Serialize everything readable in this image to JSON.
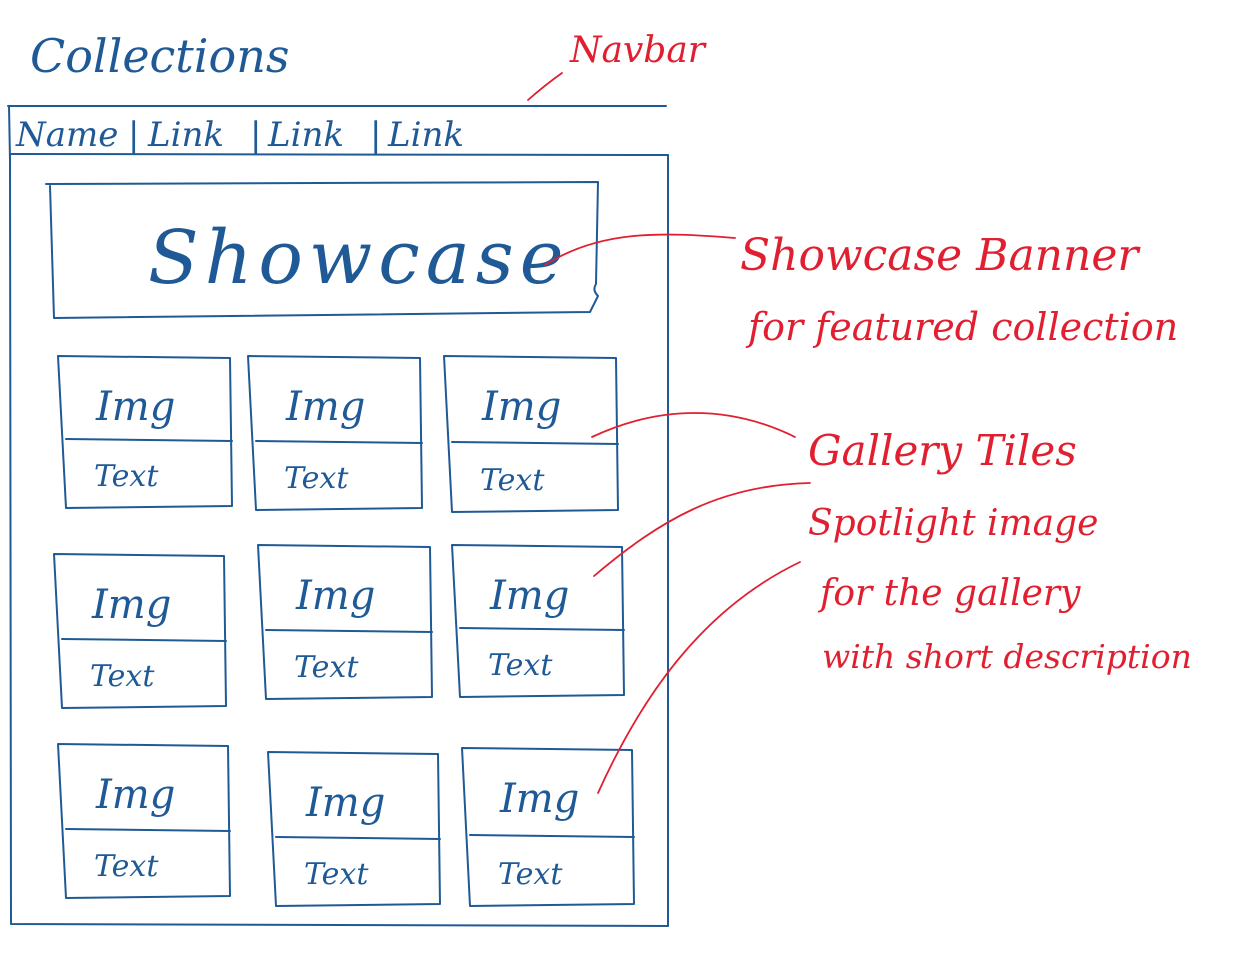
{
  "page_title": "Collections",
  "navbar": {
    "items": [
      "Name",
      "Link",
      "Link",
      "Link"
    ],
    "separator": "|"
  },
  "showcase": {
    "label": "Showcase"
  },
  "gallery": {
    "tiles": [
      {
        "img": "Img",
        "text": "Text"
      },
      {
        "img": "Img",
        "text": "Text"
      },
      {
        "img": "Img",
        "text": "Text"
      },
      {
        "img": "Img",
        "text": "Text"
      },
      {
        "img": "Img",
        "text": "Text"
      },
      {
        "img": "Img",
        "text": "Text"
      },
      {
        "img": "Img",
        "text": "Text"
      },
      {
        "img": "Img",
        "text": "Text"
      },
      {
        "img": "Img",
        "text": "Text"
      }
    ]
  },
  "annotations": {
    "navbar": "Navbar",
    "showcase_line1": "Showcase Banner",
    "showcase_line2": "for featured collection",
    "gallery_line1": "Gallery Tiles",
    "gallery_line2": "Spotlight image",
    "gallery_line3": "for the gallery",
    "gallery_line4": "with short description"
  },
  "colors": {
    "wireframe_ink": "#1f5a96",
    "annotation_ink": "#e02030"
  }
}
